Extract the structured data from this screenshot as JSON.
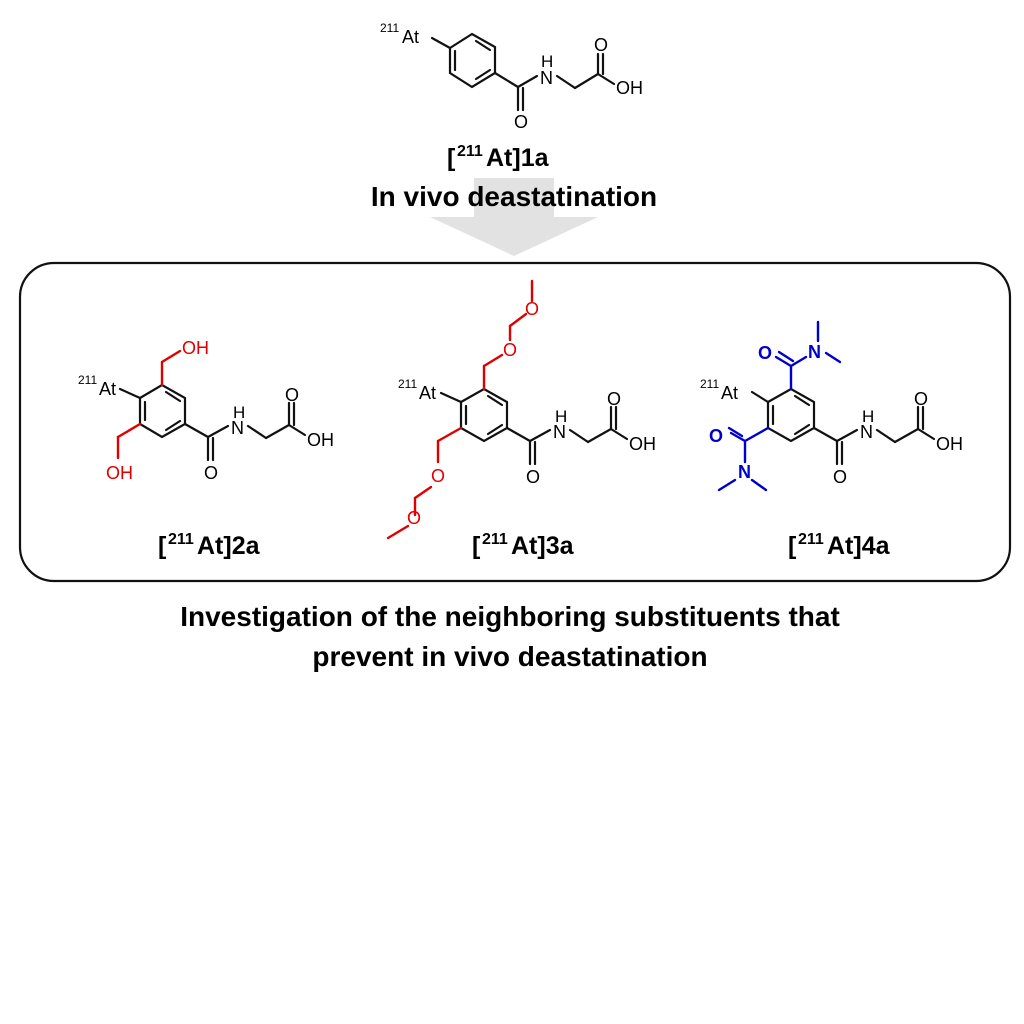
{
  "colors": {
    "bond": "#111111",
    "red": "#e00000",
    "blue": "#0000cc",
    "arrow": "#e2e2e2",
    "frame": "#111111"
  },
  "top": {
    "isotope": "211",
    "atom_at": "At",
    "atom_n": "N",
    "atom_h": "H",
    "atom_o": "O",
    "atom_oh": "OH",
    "label_open": "[",
    "label_sup": "211",
    "label_rest": "At]1a",
    "heading": "In vivo deastatination"
  },
  "c2": {
    "isotope": "211",
    "atom_at": "At",
    "atom_n": "N",
    "atom_h": "H",
    "atom_o": "O",
    "atom_oh": "OH",
    "sub_oh": "OH",
    "label_open": "[",
    "label_sup": "211",
    "label_rest": "At]2a"
  },
  "c3": {
    "isotope": "211",
    "atom_at": "At",
    "atom_n": "N",
    "atom_h": "H",
    "atom_o": "O",
    "atom_oh": "OH",
    "sub_o": "O",
    "label_open": "[",
    "label_sup": "211",
    "label_rest": "At]3a"
  },
  "c4": {
    "isotope": "211",
    "atom_at": "At",
    "atom_n": "N",
    "atom_h": "H",
    "atom_o": "O",
    "atom_oh": "OH",
    "sub_o": "O",
    "sub_n": "N",
    "label_open": "[",
    "label_sup": "211",
    "label_rest": "At]4a"
  },
  "caption": {
    "line1": "Investigation of the neighboring substituents that",
    "line2": "prevent in vivo deastatination"
  }
}
